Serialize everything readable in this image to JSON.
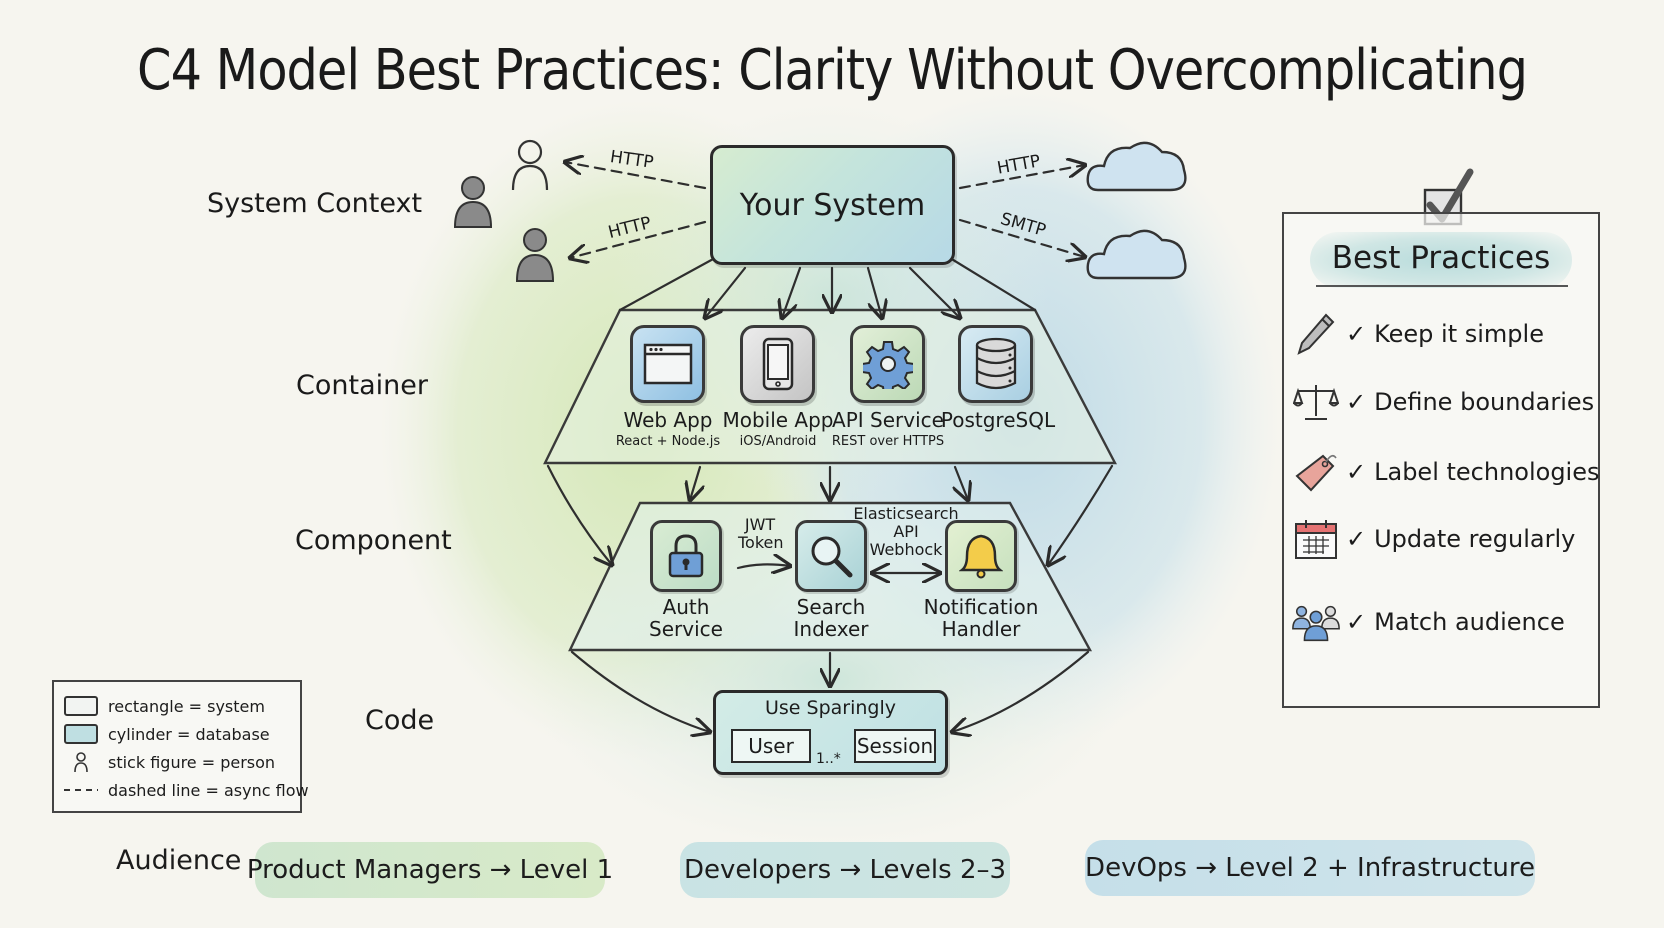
{
  "title": "C4 Model Best Practices: Clarity Without Overcomplicating",
  "levels": {
    "context": "System Context",
    "container": "Container",
    "component": "Component",
    "code": "Code"
  },
  "context": {
    "system_label": "Your System",
    "edges": {
      "left_top": "HTTP",
      "left_bottom": "HTTP",
      "right_top": "HTTP",
      "right_bottom": "SMTP"
    },
    "icons": [
      "person-outline-icon",
      "person-icon",
      "person-icon",
      "cloud-icon",
      "cloud-icon"
    ]
  },
  "containers": [
    {
      "label": "Web App",
      "sub": "React + Node.js",
      "icon": "browser-window-icon",
      "color": "#9fcbe8"
    },
    {
      "label": "Mobile App",
      "sub": "iOS/Android",
      "icon": "smartphone-icon",
      "color": "#d4d4d4"
    },
    {
      "label": "API Service",
      "sub": "REST over HTTPS",
      "icon": "gear-icon",
      "color": "#cde5c8"
    },
    {
      "label": "PostgreSQL",
      "sub": "",
      "icon": "database-icon",
      "color": "#b9dbe8"
    }
  ],
  "components": [
    {
      "label_line1": "Auth",
      "label_line2": "Service",
      "icon": "padlock-icon",
      "icon_color": "#6f9fd6"
    },
    {
      "label_line1": "Search",
      "label_line2": "Indexer",
      "icon": "magnifier-icon",
      "icon_color": "#cfe7ea"
    },
    {
      "label_line1": "Notification",
      "label_line2": "Handler",
      "icon": "bell-icon",
      "icon_color": "#f3cc4a"
    }
  ],
  "component_edges": {
    "auth_to_search": [
      "JWT",
      "Token"
    ],
    "search_to_notification": [
      "Elasticsearch",
      "API",
      "Webhock"
    ]
  },
  "code": {
    "title": "Use Sparingly",
    "class_a": "User",
    "class_b": "Session",
    "multiplicity": "1..*"
  },
  "legend": [
    {
      "swatch": "rectangle",
      "text": "rectangle = system"
    },
    {
      "swatch": "cylinder",
      "text": "cylinder = database"
    },
    {
      "swatch": "person",
      "text": "stick figure = person"
    },
    {
      "swatch": "dashed",
      "text": "dashed line = async flow"
    }
  ],
  "best_practices": {
    "heading": "Best Practices",
    "header_icon": "checkbox-checked-icon",
    "check_glyph": "✓",
    "items": [
      {
        "icon": "pencil-icon",
        "text": "Keep it simple"
      },
      {
        "icon": "scales-icon",
        "text": "Define boundaries"
      },
      {
        "icon": "tag-icon",
        "text": "Label technologies"
      },
      {
        "icon": "calendar-icon",
        "text": "Update regularly"
      },
      {
        "icon": "people-group-icon",
        "text": "Match audience"
      }
    ]
  },
  "audience": {
    "label": "Audience",
    "groups": [
      {
        "text": "Product Managers → Level 1",
        "color": "#d3e8cf"
      },
      {
        "text": "Developers → Levels 2–3",
        "color": "#c9e2e2"
      },
      {
        "text": "DevOps → Level 2 + Infrastructure",
        "color": "#c6dfe8"
      }
    ]
  },
  "colors": {
    "background": "#f6f5ef",
    "ink": "#1c1c1c",
    "wash_green": "#d5e8bf",
    "wash_blue": "#c5dfe8"
  }
}
